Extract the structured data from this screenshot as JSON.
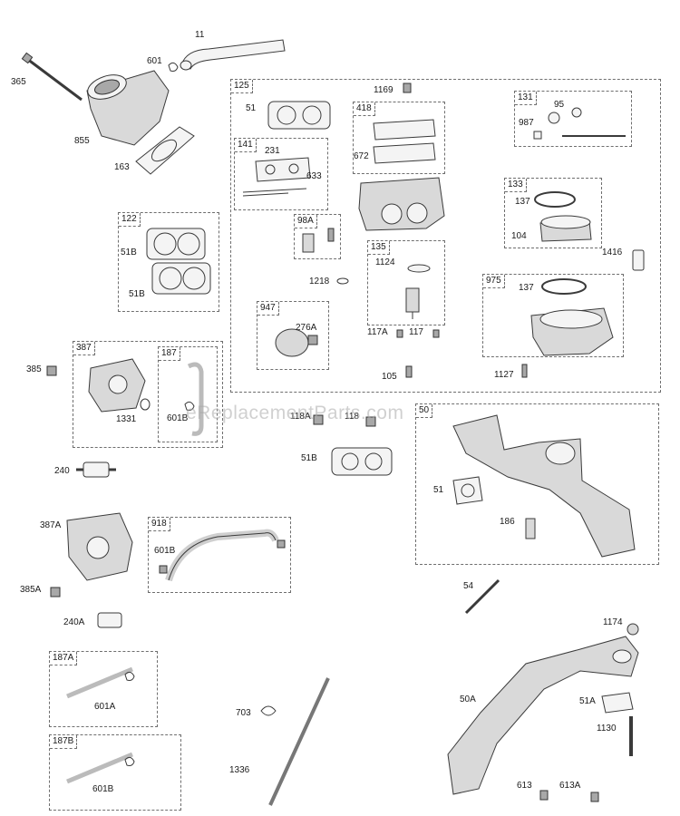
{
  "diagram": {
    "labels": {
      "l11": "11",
      "l601": "601",
      "l365": "365",
      "l855": "855",
      "l163": "163",
      "l51": "51",
      "l1169": "1169",
      "l95": "95",
      "l987": "987",
      "l231": "231",
      "l633": "633",
      "l672": "672",
      "l137a": "137",
      "l104": "104",
      "l1416": "1416",
      "l51b_1": "51B",
      "l51b_2": "51B",
      "l1218": "1218",
      "l1124": "1124",
      "l137b": "137",
      "l276a": "276A",
      "l117a": "117A",
      "l117": "117",
      "l105": "105",
      "l1127": "1127",
      "l385": "385",
      "l1331": "1331",
      "l601b_1": "601B",
      "l118a": "118A",
      "l118": "118",
      "l51b_3": "51B",
      "l51c": "51",
      "l186": "186",
      "l240": "240",
      "l387a": "387A",
      "l601b_2": "601B",
      "l385a": "385A",
      "l240a": "240A",
      "l54": "54",
      "l1174": "1174",
      "l703": "703",
      "l50a": "50A",
      "l51a": "51A",
      "l1130": "1130",
      "l601a": "601A",
      "l1336": "1336",
      "l601b_3": "601B",
      "l613": "613",
      "l613a": "613A"
    },
    "boxes": {
      "b125": "125",
      "b418": "418",
      "b131": "131",
      "b141": "141",
      "b133": "133",
      "b122": "122",
      "b98a": "98A",
      "b135": "135",
      "b975": "975",
      "b947": "947",
      "b387": "387",
      "b187": "187",
      "b50": "50",
      "b918": "918",
      "b187a": "187A",
      "b187b": "187B"
    },
    "watermark": "eReplacementParts.com"
  }
}
